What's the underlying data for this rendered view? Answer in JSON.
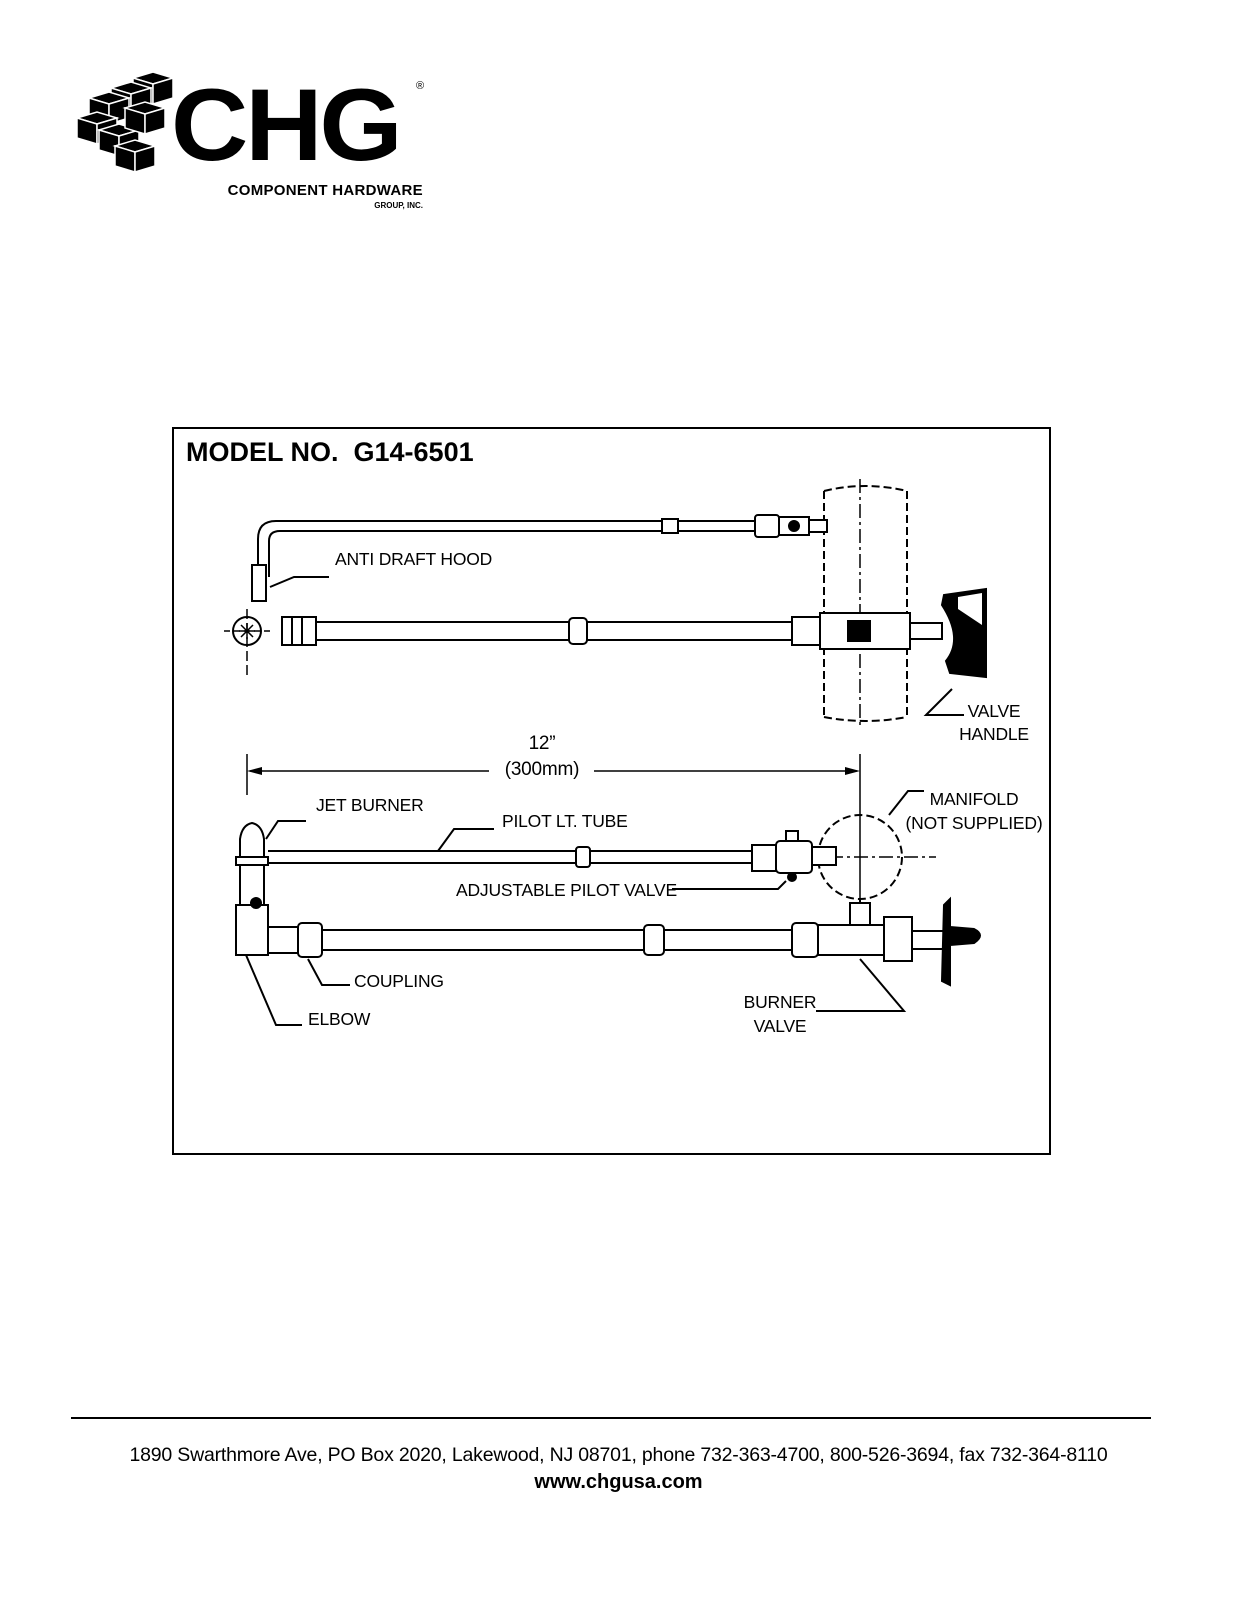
{
  "brand": {
    "logo_text": "CHG",
    "registered_mark": "®",
    "company_name": "COMPONENT HARDWARE",
    "company_suffix": "GROUP, INC."
  },
  "diagram": {
    "model_label": "MODEL NO.  G14-6501",
    "labels": {
      "anti_draft_hood": "ANTI DRAFT HOOD",
      "valve_handle_line1": "VALVE",
      "valve_handle_line2": "HANDLE",
      "dimension_in": "12”",
      "dimension_mm": "(300mm)",
      "jet_burner": "JET BURNER",
      "pilot_lt_tube": "PILOT LT. TUBE",
      "manifold_line1": "MANIFOLD",
      "manifold_line2": "(NOT SUPPLIED)",
      "adjustable_pilot_valve": "ADJUSTABLE PILOT VALVE",
      "coupling": "COUPLING",
      "elbow": "ELBOW",
      "burner_valve_line1": "BURNER",
      "burner_valve_line2": "VALVE"
    }
  },
  "footer": {
    "address": "1890 Swarthmore Ave, PO Box 2020, Lakewood, NJ 08701, phone 732-363-4700, 800-526-3694, fax 732-364-8110",
    "website": "www.chgusa.com"
  }
}
